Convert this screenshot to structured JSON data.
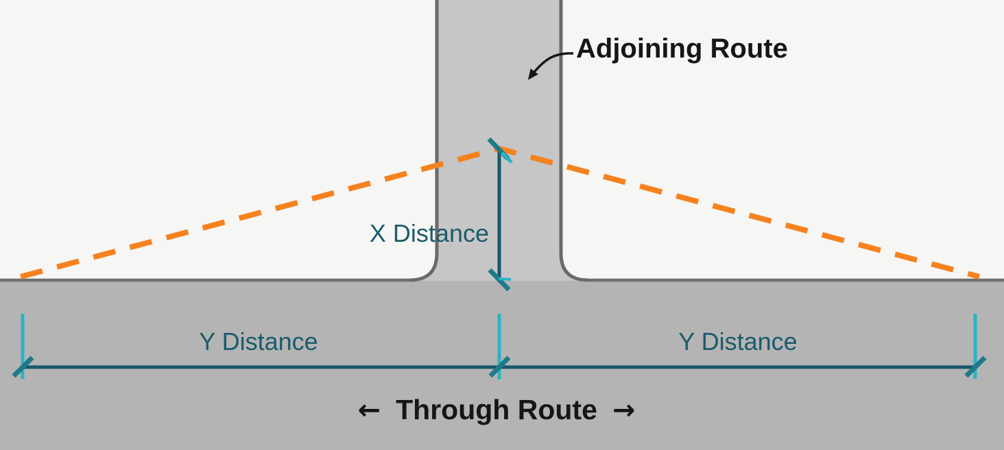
{
  "diagram": {
    "description_visible_text_only": "",
    "labels": {
      "adjoining_route": "Adjoining Route",
      "through_route": "Through Route",
      "x_distance": "X Distance",
      "y_distance_left": "Y Distance",
      "y_distance_right": "Y Distance",
      "arrow_left": "←",
      "arrow_right": "→"
    },
    "colors": {
      "background": "#f6f6f4",
      "adjoining_road_fill": "#c6c6c6",
      "adjoining_road_edge": "#6a6a6a",
      "through_road_fill": "#b4b4b4",
      "through_road_edge": "#6f6f6f",
      "sight_line_orange": "#f5821f",
      "dimension_teal": "#17586a",
      "tick_teal": "#1e7a8a",
      "witness_cyan": "#2bb3c4",
      "annotation_black": "#161616"
    }
  }
}
